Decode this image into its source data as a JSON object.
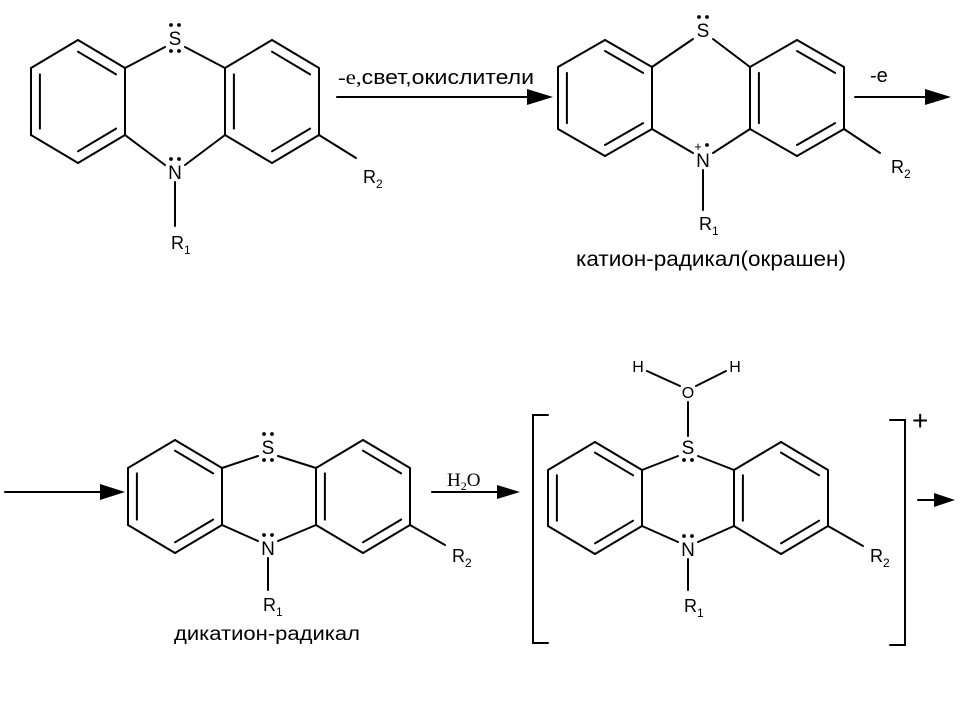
{
  "scheme": {
    "step1_conditions_prefix": "-e,",
    "step1_conditions_rest": "свет,окислители",
    "step2_conditions": "-e",
    "step4_reagent": {
      "h": "H",
      "sub": "2",
      "o": "O"
    },
    "bracket_charge": "+"
  },
  "molecules": [
    {
      "s": "S",
      "n": "N",
      "r1": {
        "r": "R",
        "sub": "1"
      },
      "r2": {
        "r": "R",
        "sub": "2"
      }
    },
    {
      "s": "S",
      "n": "N",
      "n_charge": "+",
      "r1": {
        "r": "R",
        "sub": "1"
      },
      "r2": {
        "r": "R",
        "sub": "2"
      },
      "caption": "катион-радикал(окрашен)"
    },
    {
      "s": "S",
      "n": "N",
      "r1": {
        "r": "R",
        "sub": "1"
      },
      "r2": {
        "r": "R",
        "sub": "2"
      },
      "caption": "дикатион-радикал"
    },
    {
      "s": "S",
      "n": "N",
      "r1": {
        "r": "R",
        "sub": "1"
      },
      "r2": {
        "r": "R",
        "sub": "2"
      },
      "hydroxyl": {
        "o": "O",
        "h_left": "H",
        "h_right": "H"
      }
    }
  ],
  "colors": {
    "ink": "#000000",
    "background": "#ffffff"
  }
}
